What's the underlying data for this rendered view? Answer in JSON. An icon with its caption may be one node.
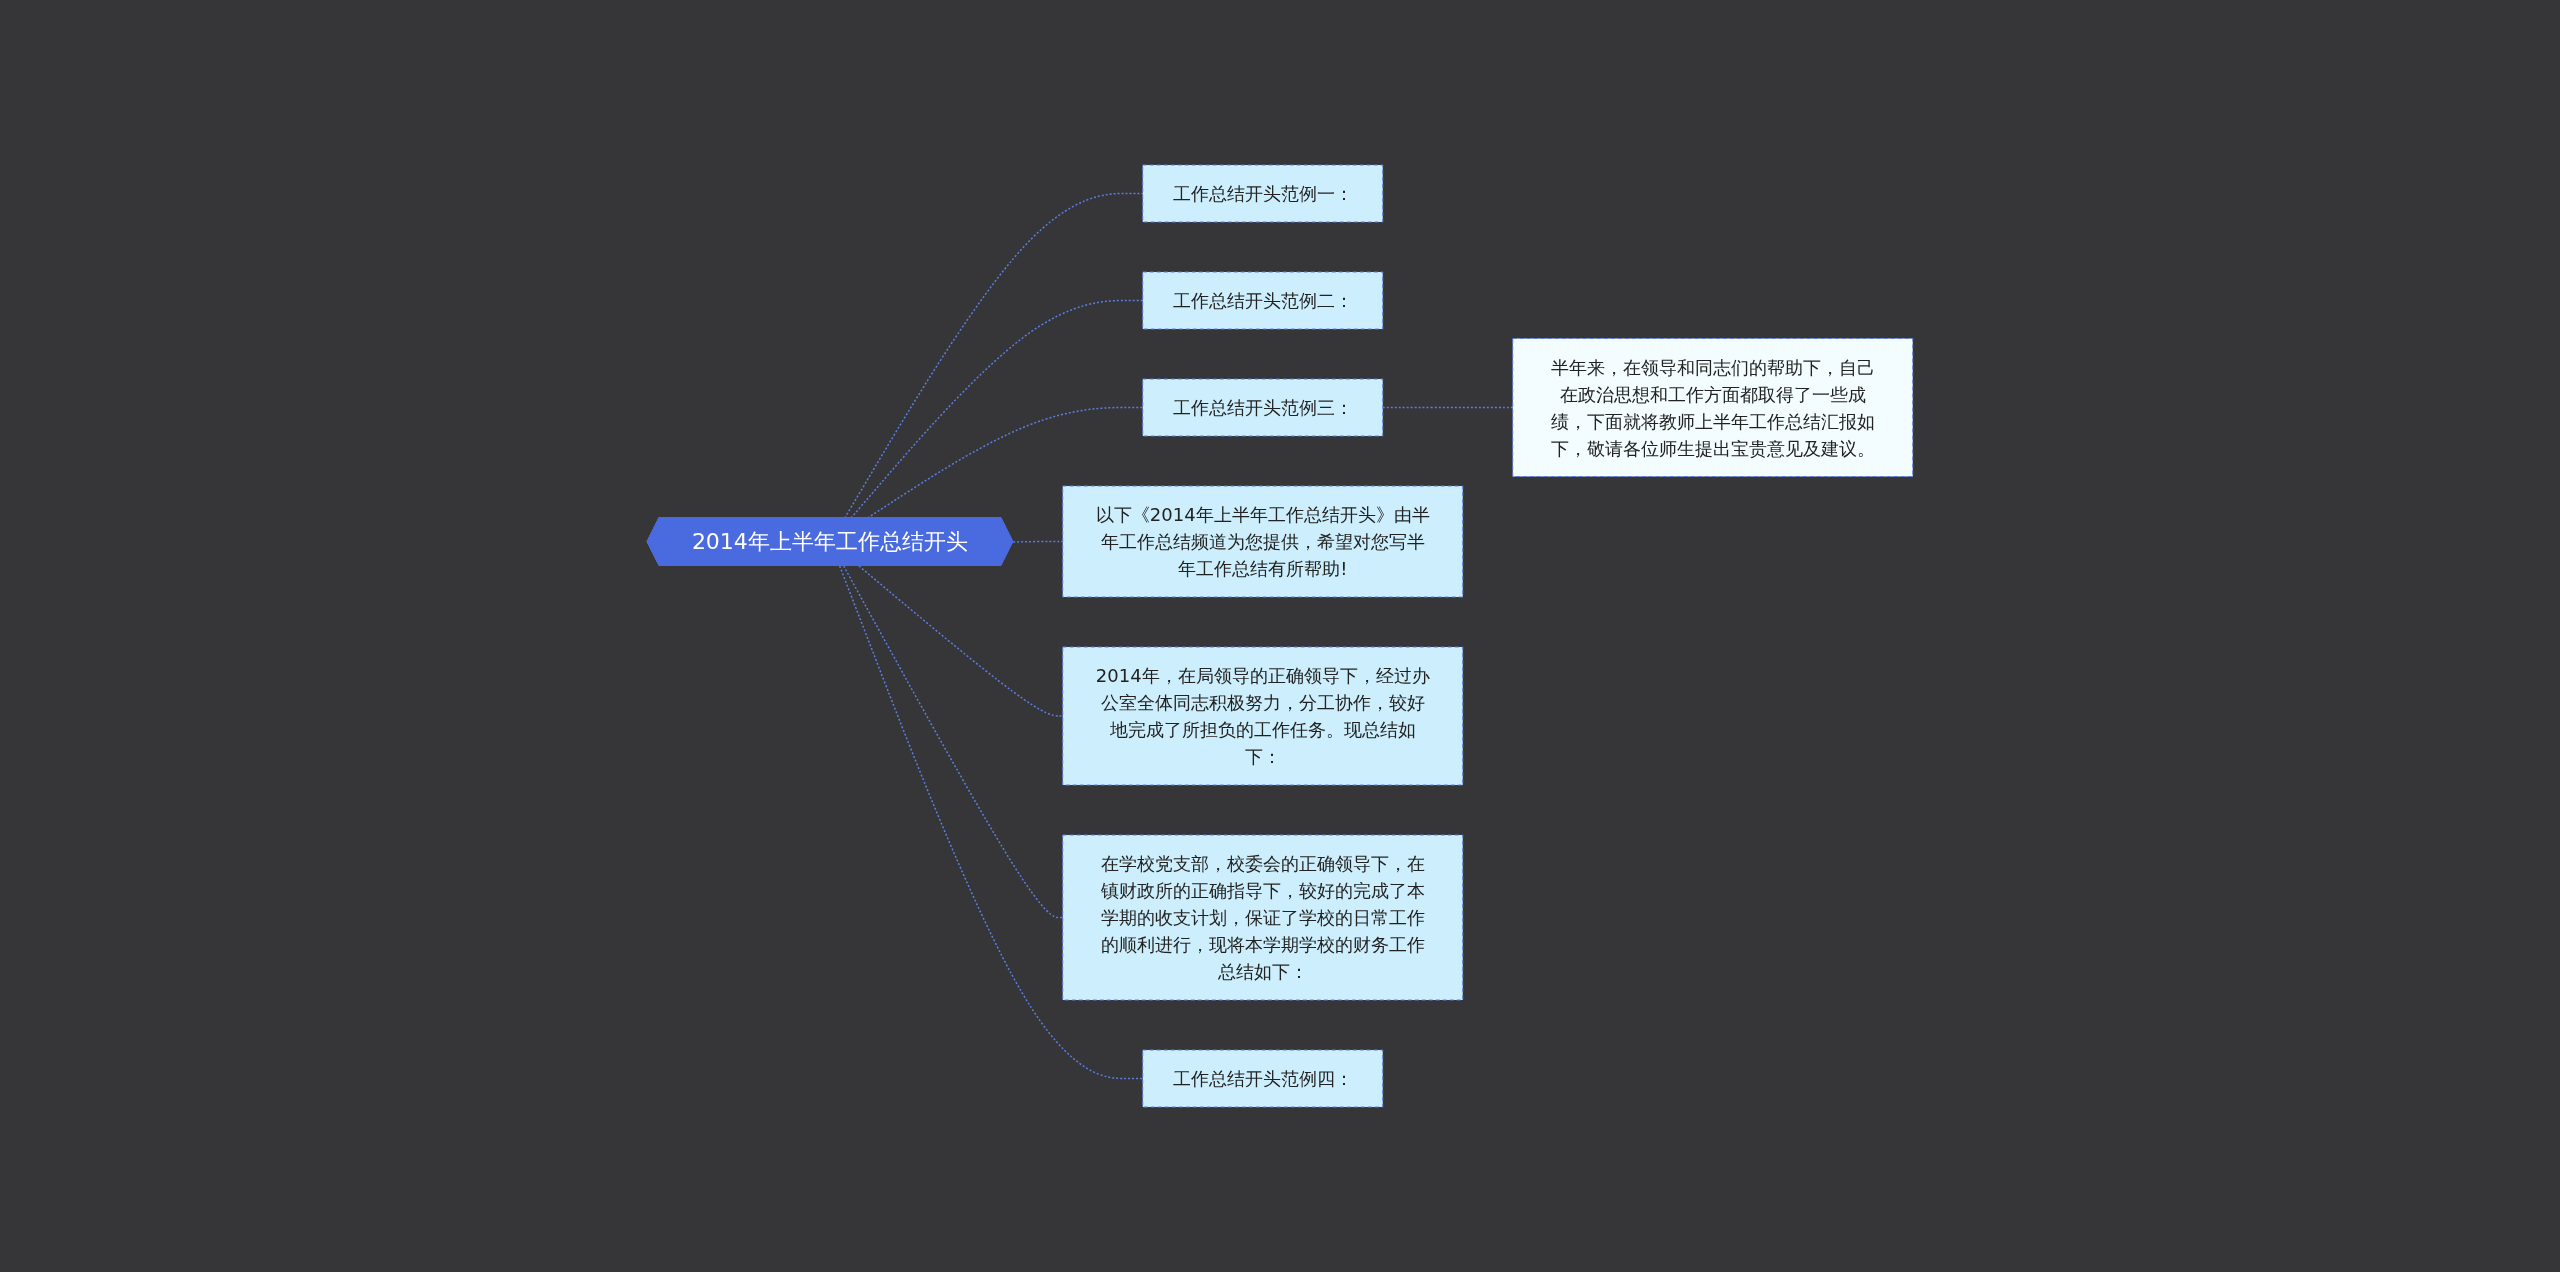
{
  "diagram": {
    "nodes": [
      {
        "text": [
          "2014年上半年工作总结开头"
        ]
      },
      {
        "text": [
          "工作总结开头范例一："
        ]
      },
      {
        "text": [
          "工作总结开头范例二："
        ]
      },
      {
        "text": [
          "工作总结开头范例三："
        ]
      },
      {
        "text": [
          "半年来，在领导和同志们的帮助下，自己在政治思想和工作方面都取得了一些成绩，下面就将教师上半年工作总结汇报如下，敬请各位师生提出宝贵意见及建议。"
        ]
      },
      {
        "text": [
          "以下《2014年上半年工作总结开头》由半年工作总结频道为您提供，希望对您写半年工作总结有所帮助!"
        ]
      },
      {
        "text": [
          "2014年，在局领导的正确领导下，经过办公室全体同志积极努力，分工协作，较好地完成了所担负的工作任务。现总结如下："
        ]
      },
      {
        "text": [
          "在学校党支部，校委会的正确领导下，在镇财政所的正确指导下，较好的完成了本学期的收支计划，保证了学校的日常工作的顺利进行，现将本学期学校的财务工作总结如下："
        ]
      },
      {
        "text": [
          "工作总结开头范例四："
        ]
      }
    ],
    "edges": [
      {
        "from": 0,
        "to": 1,
        "arrow": "none",
        "style": "dashed"
      },
      {
        "from": 0,
        "to": 2,
        "arrow": "none",
        "style": "dashed"
      },
      {
        "from": 0,
        "to": 3,
        "arrow": "none",
        "style": "dashed"
      },
      {
        "from": 3,
        "to": 4,
        "arrow": "none",
        "style": "dashed"
      },
      {
        "from": 0,
        "to": 5,
        "arrow": "none",
        "style": "dashed"
      },
      {
        "from": 0,
        "to": 6,
        "arrow": "none",
        "style": "dashed"
      },
      {
        "from": 0,
        "to": 7,
        "arrow": "none",
        "style": "dashed"
      },
      {
        "from": 0,
        "to": 8,
        "arrow": "none",
        "style": "dashed"
      }
    ]
  }
}
